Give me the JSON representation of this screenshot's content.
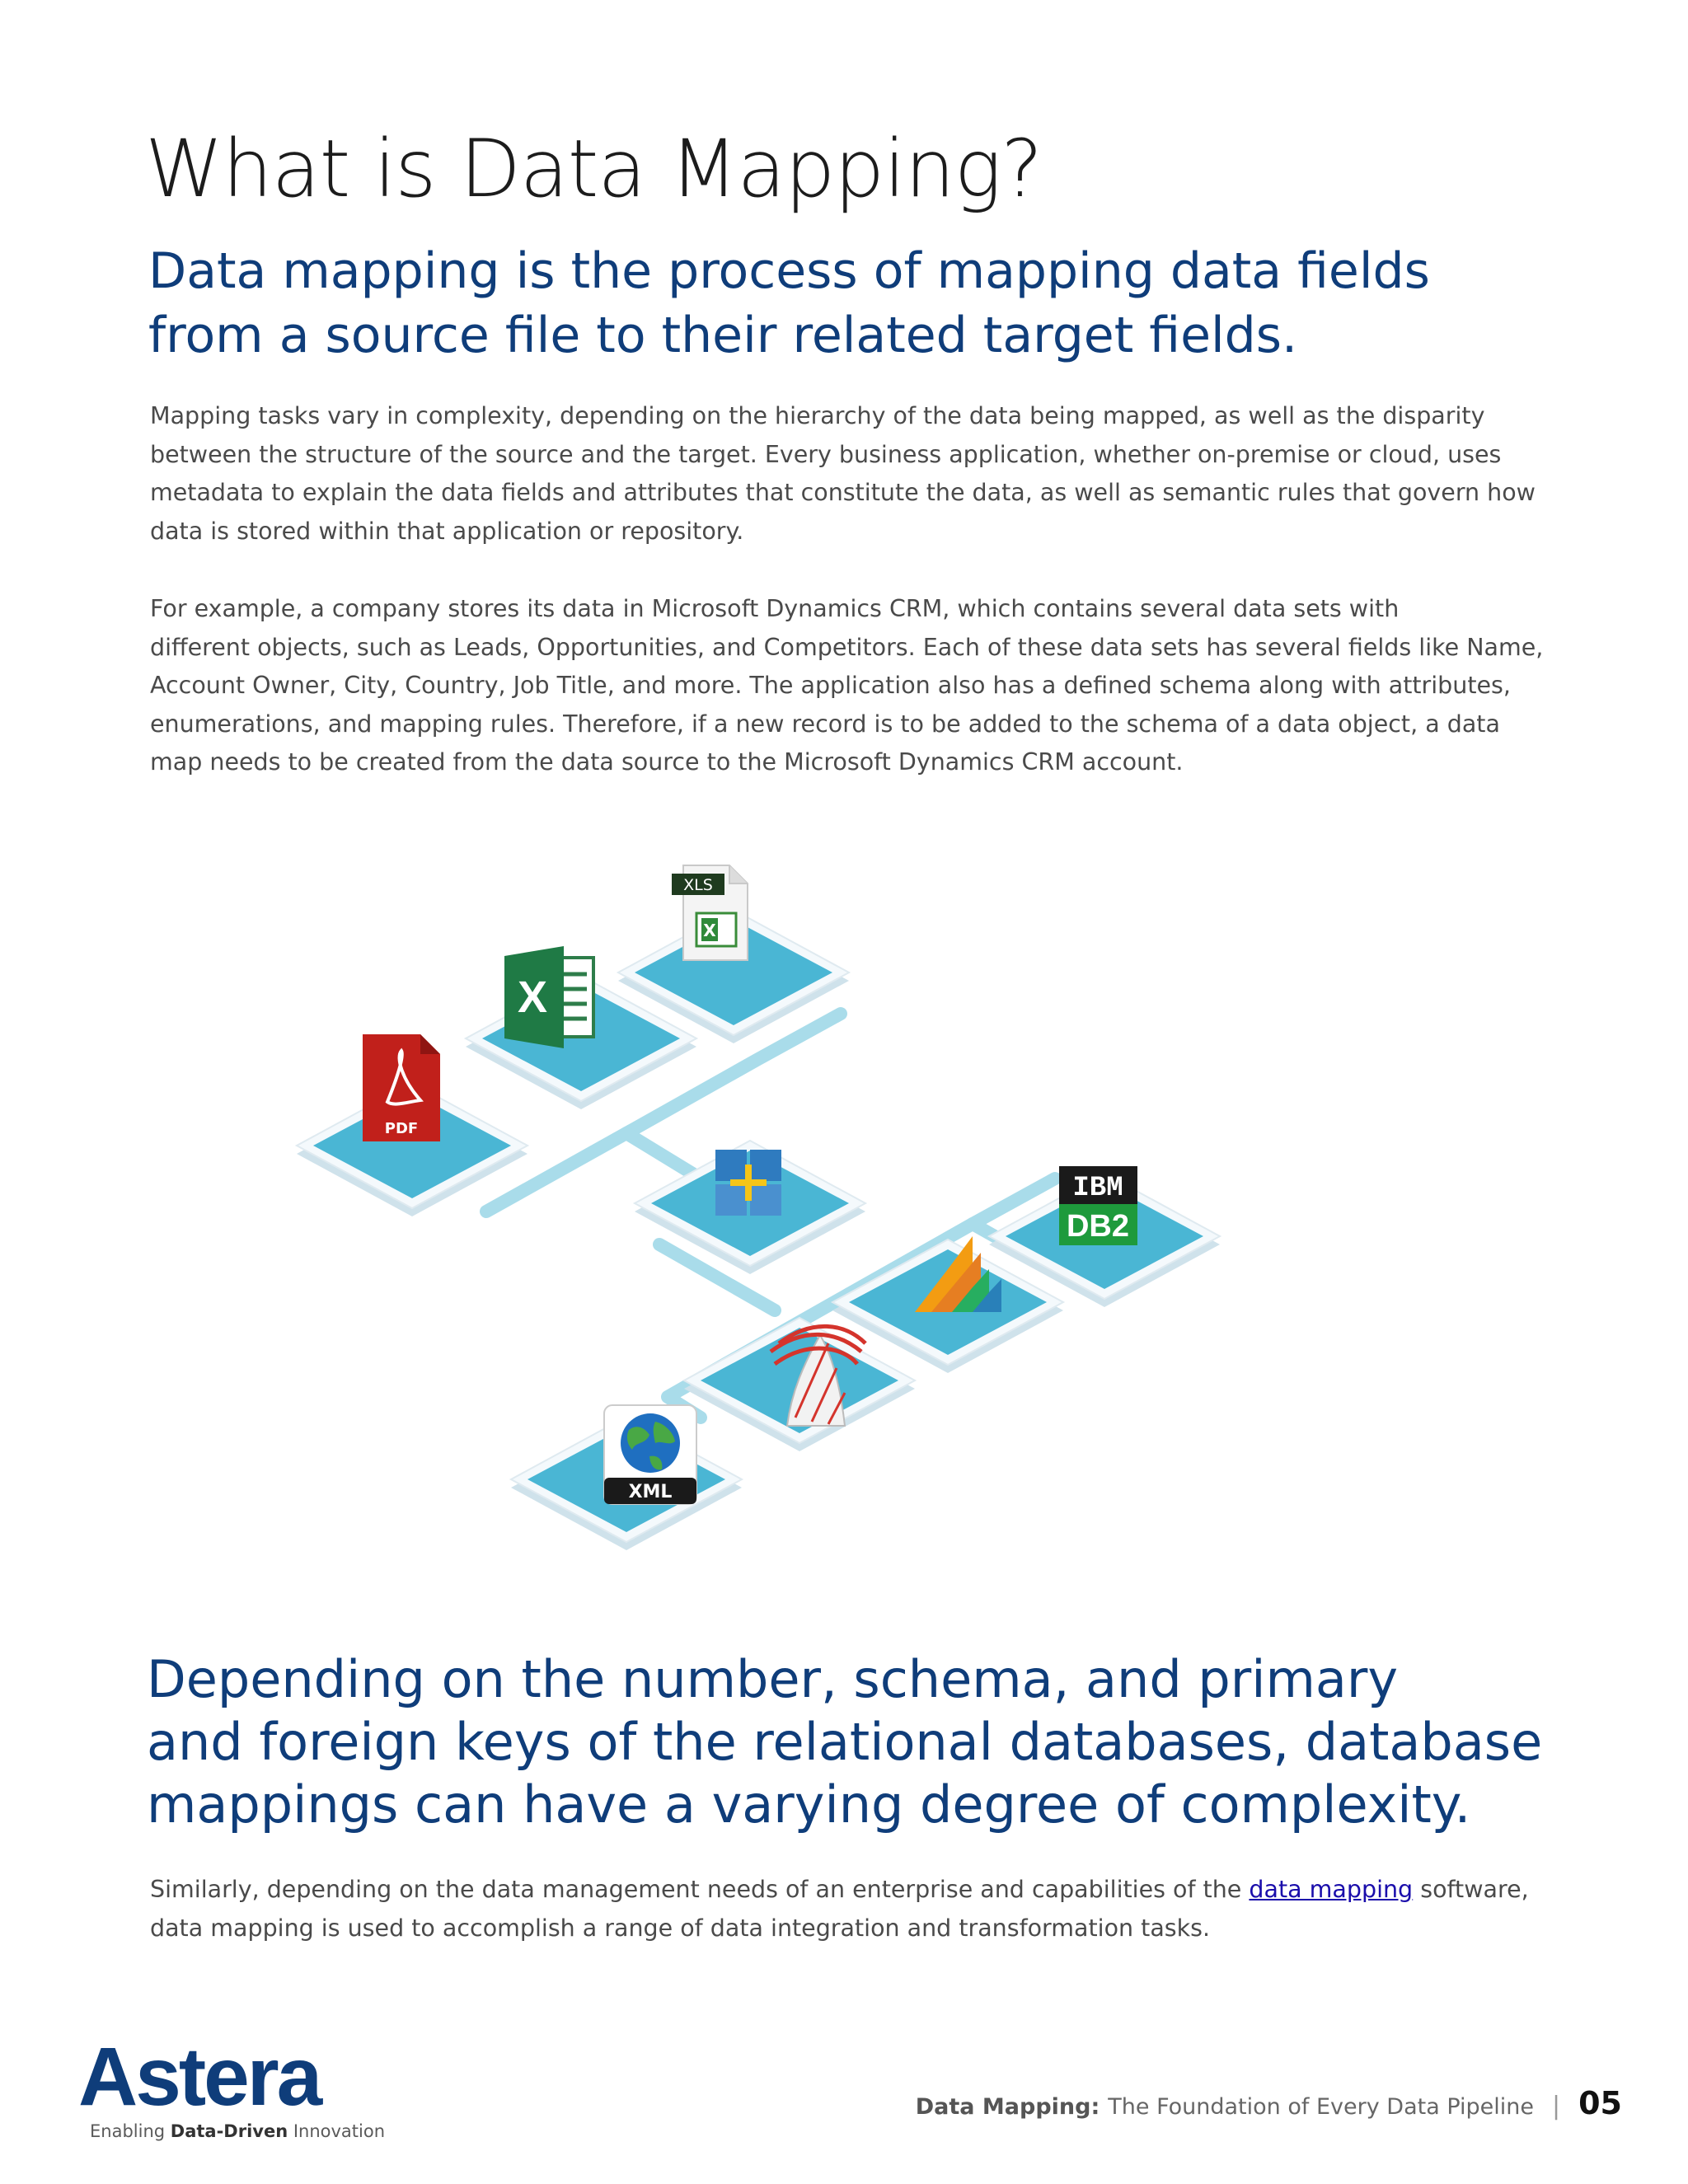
{
  "header": {
    "title": "What is Data Mapping?",
    "subtitle_lines": [
      "Data mapping is the process of mapping data fields",
      "from a source file to their related target fields."
    ]
  },
  "body": {
    "paragraph1_lines": [
      "Mapping tasks vary in complexity, depending on the hierarchy of the data being mapped, as well as the disparity",
      "between the structure of the source and the target. Every business application, whether on-premise or cloud, uses",
      "metadata to explain the data fields and attributes that constitute the data, as well as semantic rules that govern how",
      "data is stored within that application or repository."
    ],
    "paragraph2_lines": [
      "For example, a company stores its data in Microsoft Dynamics CRM, which contains several data sets with",
      "different objects, such as Leads, Opportunities, and Competitors. Each of these data sets has several fields like Name,",
      "Account Owner, City, Country, Job Title, and more. The application also has a defined schema along with attributes,",
      "enumerations, and mapping rules. Therefore, if a new record is to be added to the schema of a data object, a data",
      "map needs to be created from the data source to the Microsoft Dynamics CRM account."
    ],
    "heading2_lines": [
      "Depending on the number, schema, and primary",
      "and foreign keys of the relational databases, database",
      "mappings can have a varying degree of complexity."
    ],
    "paragraph3": {
      "before_link": "Similarly, depending on the data management needs of an enterprise and capabilities of the ",
      "link_text": "data mapping",
      "after_link": " software,",
      "line2": "data mapping is used to accomplish a range of data integration and transformation tasks."
    }
  },
  "diagram": {
    "icons": {
      "xls": "XLS",
      "excel": "X",
      "pdf": "PDF",
      "ibm": "IBM",
      "db2": "DB2",
      "xml": "XML"
    },
    "icon_names": [
      "xls-file-icon",
      "excel-icon",
      "pdf-icon",
      "astera-plus-icon",
      "ibm-db2-icon",
      "dynamics-crm-icon",
      "sql-server-icon",
      "xml-globe-icon"
    ]
  },
  "footer": {
    "logo_word": "Astera",
    "tagline_prefix": "Enabling ",
    "tagline_bold": "Data-Driven",
    "tagline_suffix": " Innovation",
    "doc_title_bold": "Data Mapping:",
    "doc_title_rest": "The Foundation of Every Data Pipeline",
    "separator": "|",
    "page_number": "05"
  },
  "colors": {
    "heading_blue": "#0f3d7a",
    "body_gray": "#4a4a4a",
    "tile_blue": "#4ab6d4",
    "connector_blue": "#a9dcea"
  }
}
